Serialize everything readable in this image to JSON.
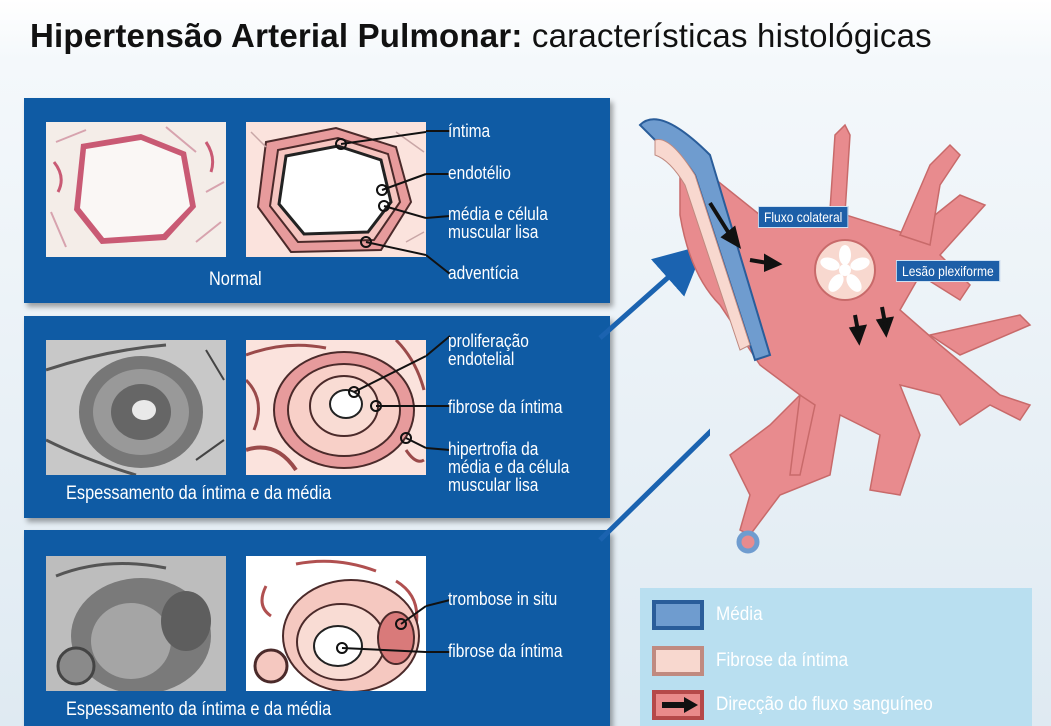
{
  "title": {
    "bold": "Hipertensão Arterial Pulmonar:",
    "rest": " características histológicas"
  },
  "panels": [
    {
      "caption": "Normal",
      "labels": [
        "íntima",
        "endotélio",
        "média e célula\nmuscular lisa",
        "adventícia"
      ]
    },
    {
      "caption": "Espessamento da íntima e da média",
      "labels": [
        "proliferação\nendotelial",
        "fibrose da íntima",
        "hipertrofia da\nmédia e da célula\nmuscular lisa"
      ]
    },
    {
      "caption": "Espessamento da íntima e da média",
      "labels": [
        "trombose in situ",
        "fibrose da íntima"
      ]
    }
  ],
  "diagram": {
    "tag_collateral": "Fluxo colateral",
    "tag_plexiform": "Lesão plexiforme"
  },
  "legend": {
    "items": [
      {
        "label": "Média",
        "fill": "#6f9ccf",
        "border": "#2a5d9a"
      },
      {
        "label": "Fibrose da íntima",
        "fill": "#f8d8cf",
        "border": "#c08a80"
      },
      {
        "label": "Direcção do fluxo sanguíneo",
        "fill": "#e98a8a",
        "border": "#b54949"
      }
    ]
  },
  "colors": {
    "panel_blue": "#0f5ba4",
    "legend_bg": "#b9dff0",
    "vessel_pink": "#e88b8e",
    "media_blue": "#6f9ccf"
  }
}
